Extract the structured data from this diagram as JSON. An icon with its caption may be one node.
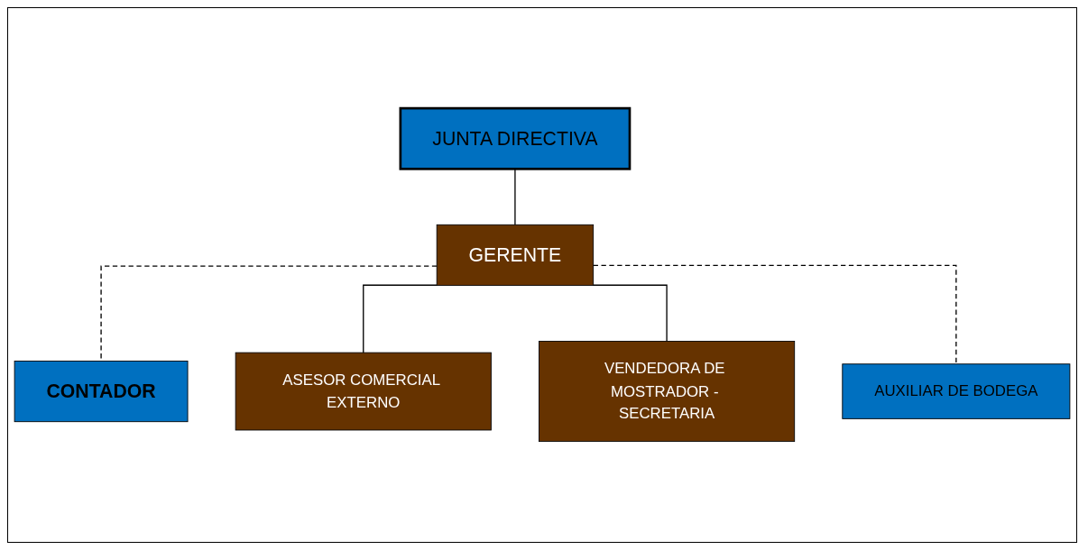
{
  "diagram": {
    "nodes": [
      {
        "text": [
          "JUNTA DIRECTIVA"
        ]
      },
      {
        "text": [
          "GERENTE"
        ]
      },
      {
        "text": [
          "CONTADOR"
        ]
      },
      {
        "text": [
          "ASESOR COMERCIAL EXTERNO"
        ]
      },
      {
        "text": [
          "VENDEDORA DE MOSTRADOR - SECRETARIA"
        ]
      },
      {
        "text": [
          "AUXILIAR DE BODEGA"
        ]
      }
    ],
    "edges": [
      {
        "from": 0,
        "to": 1,
        "arrow": "none"
      },
      {
        "from": 1,
        "to": 2,
        "arrow": "none",
        "style": "dashed"
      },
      {
        "from": 1,
        "to": 3,
        "arrow": "none"
      },
      {
        "from": 1,
        "to": 4,
        "arrow": "none"
      },
      {
        "from": 1,
        "to": 5,
        "arrow": "none",
        "style": "dashed"
      }
    ]
  }
}
